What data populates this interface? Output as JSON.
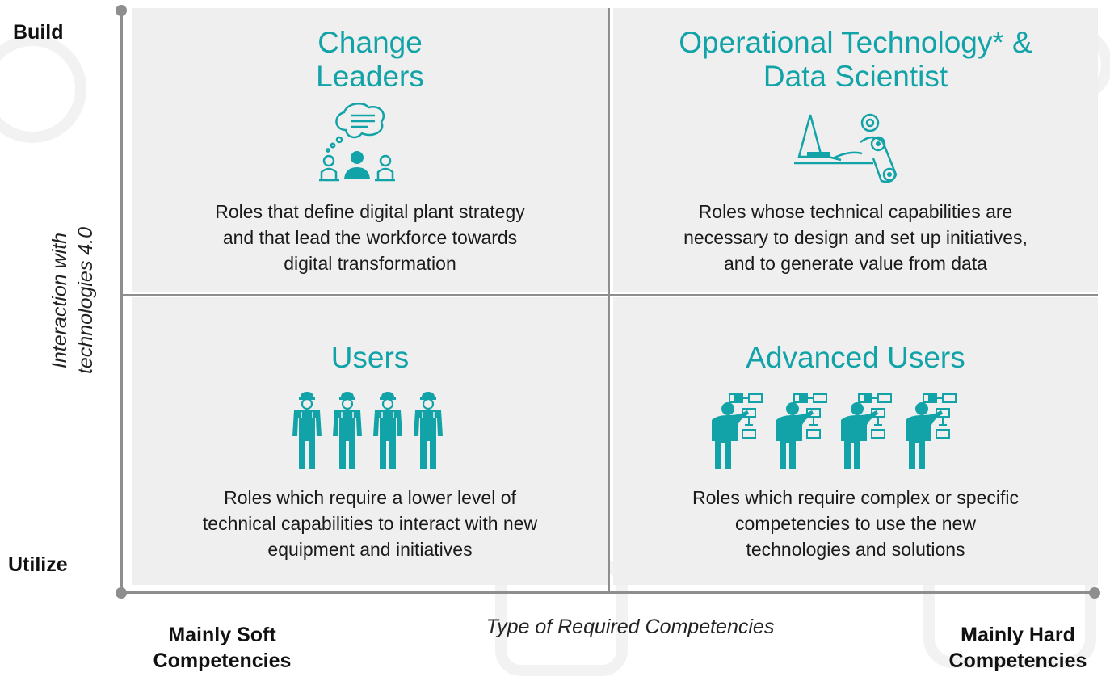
{
  "colors": {
    "accent": "#11a3a8",
    "axis": "#8e8e8e",
    "quadrant_bg": "#efefef"
  },
  "y_axis": {
    "title_line1": "Interaction with",
    "title_line2": "technologies 4.0",
    "top_label": "Build",
    "bottom_label": "Utilize"
  },
  "x_axis": {
    "title": "Type of Required Competencies",
    "left_label_line1": "Mainly Soft",
    "left_label_line2": "Competencies",
    "right_label_line1": "Mainly Hard",
    "right_label_line2": "Competencies"
  },
  "quadrants": {
    "top_left": {
      "title_line1": "Change",
      "title_line2": "Leaders",
      "icon": "team-meeting-icon",
      "desc_line1": "Roles that define digital plant strategy",
      "desc_line2": "and that lead the workforce towards",
      "desc_line3": "digital transformation"
    },
    "top_right": {
      "title_line1": "Operational Technology* &",
      "title_line2": "Data Scientist",
      "icon": "data-scientist-icon",
      "desc_line1": "Roles whose technical capabilities are",
      "desc_line2": "necessary to design and set up initiatives,",
      "desc_line3": "and to generate value from data"
    },
    "bottom_left": {
      "title": "Users",
      "icon": "workers-icon",
      "desc_line1": "Roles which require a lower level of",
      "desc_line2": "technical capabilities to interact with new",
      "desc_line3": "equipment and initiatives"
    },
    "bottom_right": {
      "title": "Advanced Users",
      "icon": "engineers-flowchart-icon",
      "desc_line1": "Roles which require complex or specific",
      "desc_line2": "competencies to use the new",
      "desc_line3": "technologies and solutions"
    }
  }
}
